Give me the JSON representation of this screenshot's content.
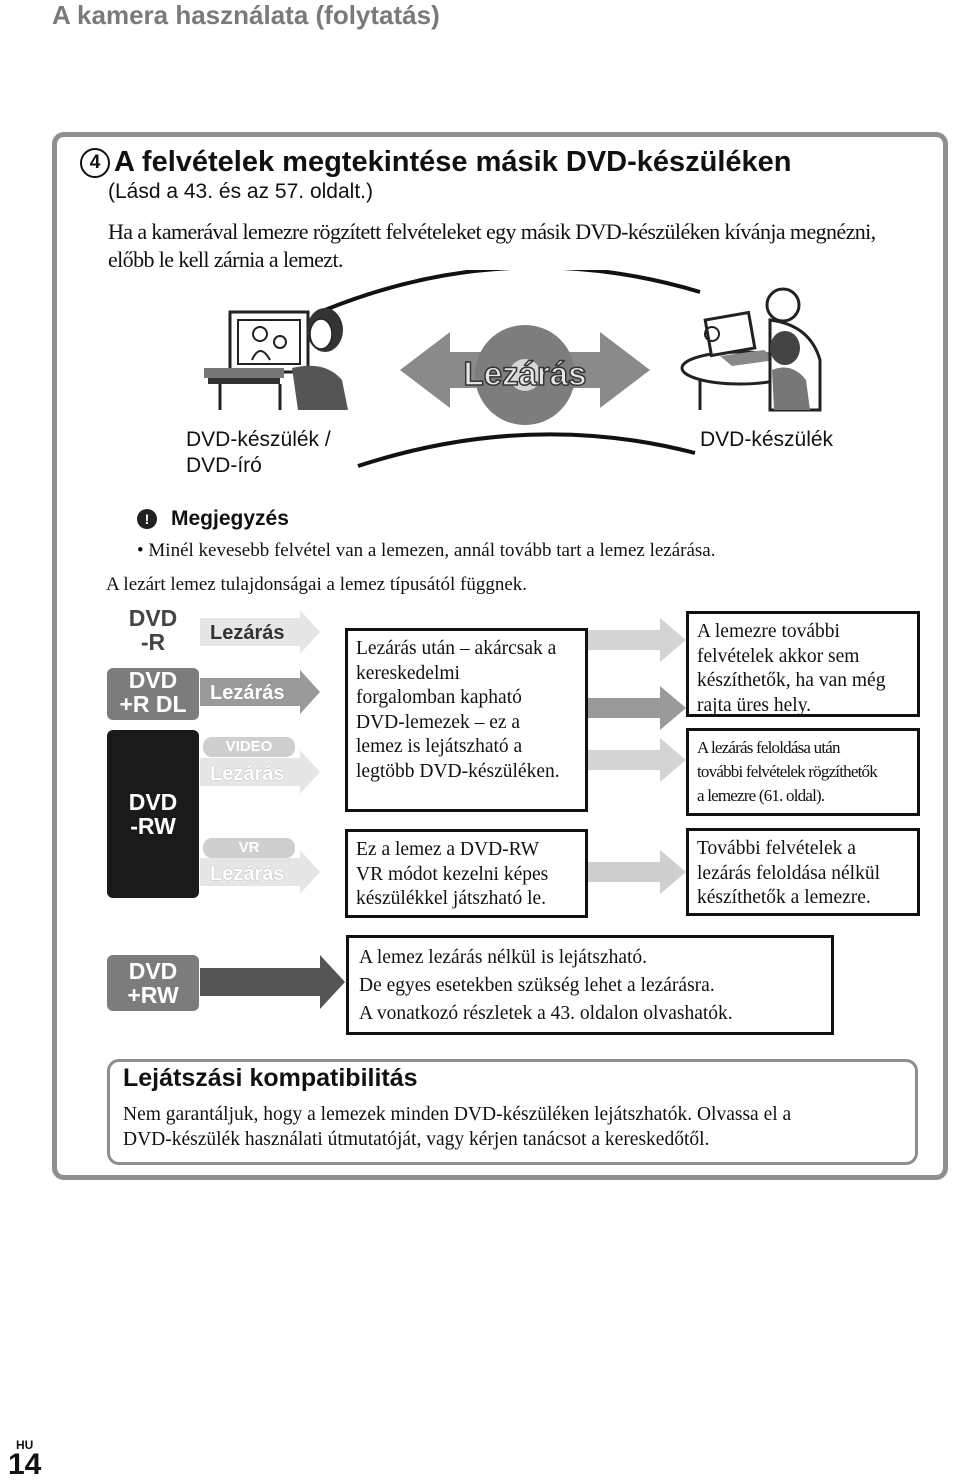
{
  "header": {
    "title": "A kamera használata (folytatás)"
  },
  "section": {
    "number": "4",
    "heading": "A felvételek megtekintése másik DVD-készüléken",
    "see_pages": "(Lásd a 43. és az 57. oldalt.)",
    "intro_line1": "Ha a kamerával lemezre rögzített felvételeket egy másik DVD-készüléken kívánja megnézni,",
    "intro_line2": "előbb le kell zárnia a lemezt."
  },
  "illustration": {
    "center_label": "Lezárás",
    "left_device_line1": "DVD-készülék /",
    "left_device_line2": "DVD-író",
    "right_device": "DVD-készülék"
  },
  "note": {
    "icon": "note-icon",
    "title": "Megjegyzés",
    "item": "• Minél kevesebb felvétel van a lemezen, annál tovább tart a lemez lezárása."
  },
  "discs": {
    "intro": "A lezárt lemez tulajdonságai a lemez típusától függnek.",
    "dvd_r": {
      "line1": "DVD",
      "line2": "-R",
      "action": "Lezárás"
    },
    "dvd_r_dl": {
      "line1": "DVD",
      "line2": "+R DL",
      "action": "Lezárás"
    },
    "dvd_rw": {
      "line1": "DVD",
      "line2": "-RW",
      "video_mode": "VIDEO",
      "video_action": "Lezárás",
      "vr_mode": "VR",
      "vr_action": "Lezárás"
    },
    "dvd_plus_rw": {
      "line1": "DVD",
      "line2": "+RW"
    }
  },
  "boxes": {
    "playable_line1": "Lezárás után – akárcsak a",
    "playable_line2": "kereskedelmi",
    "playable_line3": "forgalomban kapható",
    "playable_line4": "DVD-lemezek – ez a",
    "playable_line5": "lemez is lejátszható a",
    "playable_line6": "legtöbb DVD-készüléken.",
    "vr_line1": "Ez a lemez a DVD-RW",
    "vr_line2": "VR módot kezelni képes",
    "vr_line3": "készülékkel játszható le.",
    "more_rec_line1": "A lemezre további",
    "more_rec_line2": "felvételek akkor sem",
    "more_rec_line3": "készíthetők, ha van még",
    "more_rec_line4": "rajta üres hely.",
    "unfinalize_line1": "A lezárás feloldása után",
    "unfinalize_line2": "további felvételek rögzíthetők",
    "unfinalize_line3": "a lemezre (61. oldal).",
    "vr_more_line1": "További felvételek a",
    "vr_more_line2": "lezárás feloldása nélkül",
    "vr_more_line3": "készíthetők a lemezre.",
    "plus_rw_line1": "A lemez lezárás nélkül is lejátszható.",
    "plus_rw_line2": "De egyes esetekben szükség lehet a lezárásra.",
    "plus_rw_line3": "A vonatkozó részletek a 43. oldalon olvashatók."
  },
  "compat": {
    "title": "Lejátszási kompatibilitás",
    "line1": "Nem garantáljuk, hogy a lemezek minden DVD-készüléken lejátszhatók. Olvassa el a",
    "line2": "DVD-készülék használati útmutatóját, vagy kérjen tanácsot a kereskedőtől."
  },
  "footer": {
    "lang": "HU",
    "page": "14"
  }
}
